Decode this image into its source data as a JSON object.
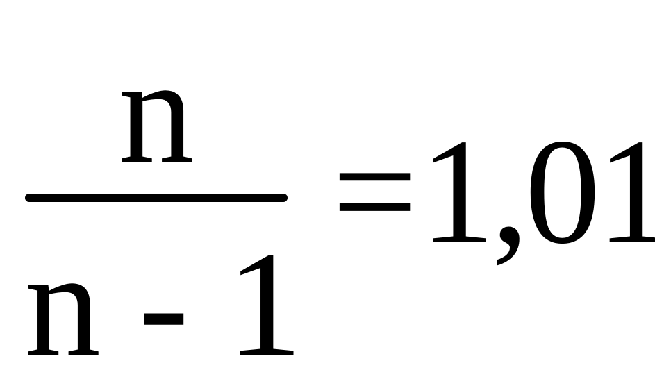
{
  "equation": {
    "numerator": "n",
    "denominator": "n - 1",
    "equals": "=",
    "result": "1,01"
  }
}
